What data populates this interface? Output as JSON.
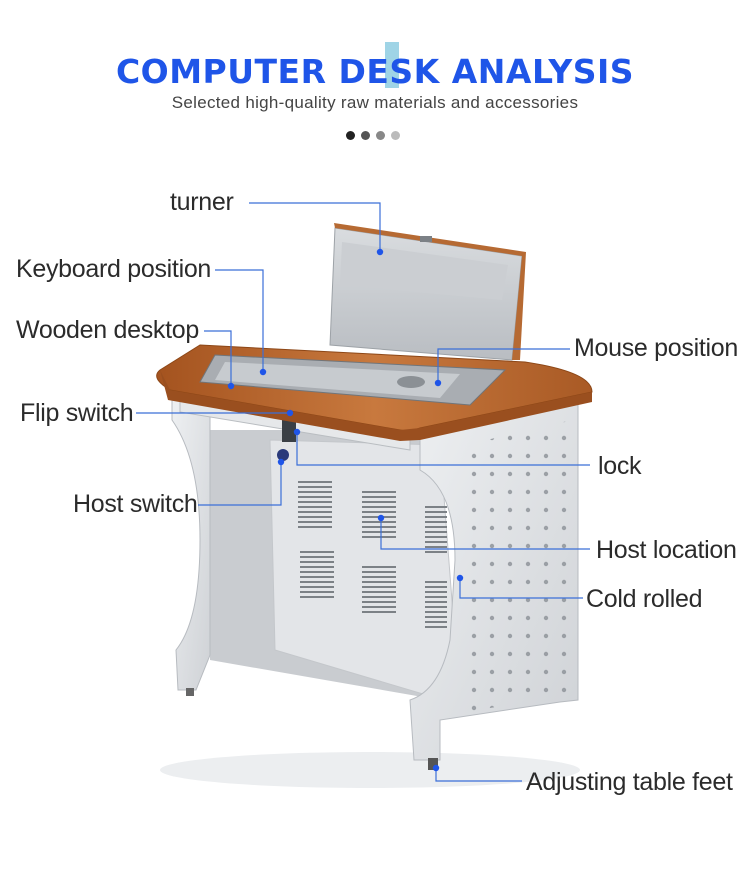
{
  "header": {
    "title": "COMPUTER DESK ANALYSIS",
    "subtitle": "Selected high-quality raw materials and accessories",
    "dots": [
      "#222222",
      "#555555",
      "#888888",
      "#bbbbbb"
    ]
  },
  "colors": {
    "accent_blue": "#1f55e8",
    "leader_line": "#3b6fd8",
    "wood": "#b4622a",
    "steel": "#dcdee2"
  },
  "labels": {
    "turner": "turner",
    "keyboard_position": "Keyboard position",
    "wooden_desktop": "Wooden desktop",
    "flip_switch": "Flip switch",
    "host_switch": "Host switch",
    "mouse_position": "Mouse position",
    "lock": "lock",
    "host_location": "Host location",
    "cold_rolled": "Cold rolled",
    "adjusting_table_feet": "Adjusting table feet"
  }
}
